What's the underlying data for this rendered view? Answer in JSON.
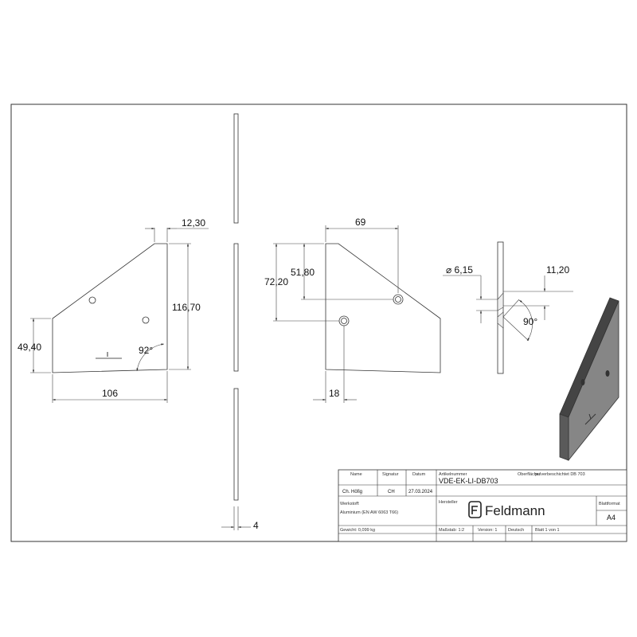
{
  "dimensions": {
    "top_width": "12,30",
    "height_right": "116,70",
    "height_left": "49,40",
    "bottom_width": "106",
    "angle_a": "92°",
    "hole_offset_x": "69",
    "hole1_y": "51,80",
    "hole2_y": "72,20",
    "hole2_x": "18",
    "thickness": "4",
    "hole_diameter": "⌀ 6,15",
    "countersink": "11,20",
    "angle_b": "90°"
  },
  "title_block": {
    "col_name": "Name",
    "col_signature": "Signatur",
    "col_date": "Datum",
    "name": "Ch. Höfig",
    "signature": "CH",
    "date": "27.03.2024",
    "article_label": "Artikelnummer",
    "article_number": "VDE-EK-LI-DB703",
    "surface_label": "Oberfläche:",
    "surface_value": "pulverbeschichtet DB 703",
    "manufacturer_label": "Hersteller",
    "brand_name": "Feldmann",
    "sheet_format_label": "Blattformat",
    "sheet_format": "A4",
    "material_label": "Werkstoff:",
    "material_value": "Aluminium (EN AW 6063 T66)",
    "weight": "Gewicht: 0,099 kg",
    "scale": "Maßstab: 1:2",
    "version": "Version: 1",
    "language": "Deutsch",
    "sheet": "Blatt 1 von 1"
  }
}
